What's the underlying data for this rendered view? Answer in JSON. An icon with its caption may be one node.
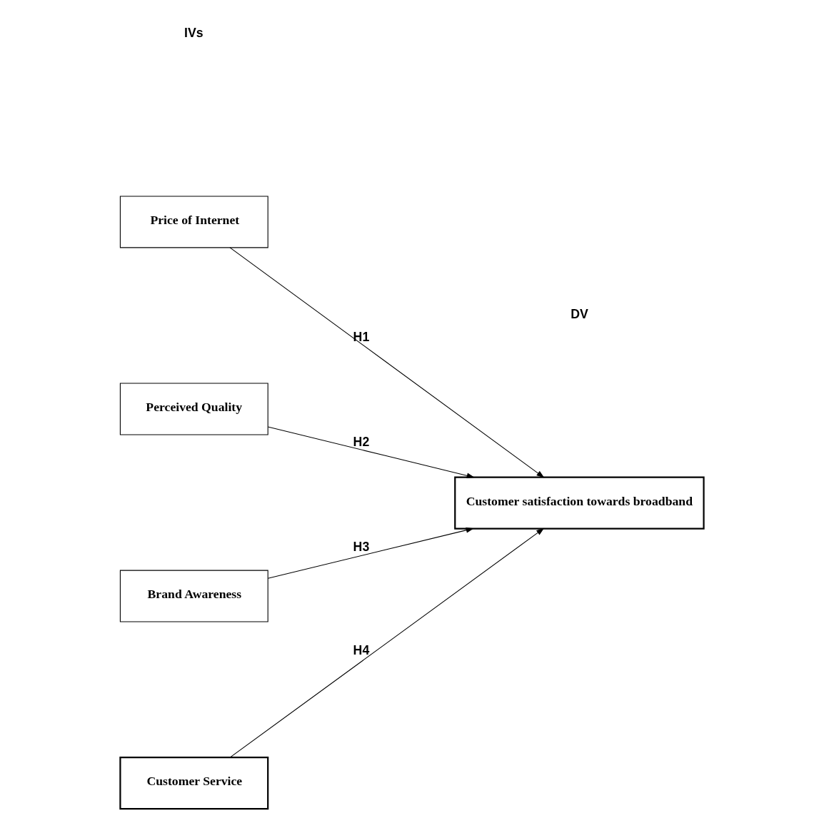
{
  "diagram": {
    "nodes": [
      {
        "text": [
          "Price of Internet"
        ]
      },
      {
        "text": [
          "Perceived Quality"
        ]
      },
      {
        "text": [
          "Brand Awareness"
        ]
      },
      {
        "text": [
          "Customer Service"
        ]
      },
      {
        "text": [
          "Customer satisfaction towards broadband"
        ]
      }
    ],
    "edges": [
      {
        "from": 0,
        "to": 4,
        "arrow": "to",
        "label": "H1"
      },
      {
        "from": 1,
        "to": 4,
        "arrow": "to",
        "label": "H2"
      },
      {
        "from": 2,
        "to": 4,
        "arrow": "to",
        "label": "H3"
      },
      {
        "from": 3,
        "to": 4,
        "arrow": "to",
        "label": "H4"
      }
    ],
    "labels": [
      "IVs",
      "DV"
    ]
  }
}
